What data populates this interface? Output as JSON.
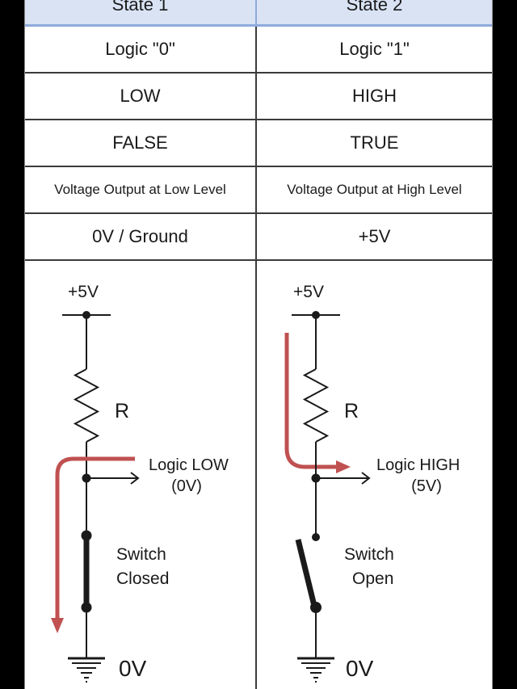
{
  "table": {
    "header": {
      "col1": "State 1",
      "col2": "State 2"
    },
    "rows": [
      {
        "col1": "Logic \"0\"",
        "col2": "Logic \"1\""
      },
      {
        "col1": "LOW",
        "col2": "HIGH"
      },
      {
        "col1": "FALSE",
        "col2": "TRUE"
      },
      {
        "col1": "Voltage Output at Low Level",
        "col2": "Voltage Output at High Level"
      },
      {
        "col1": "0V / Ground",
        "col2": "+5V"
      }
    ]
  },
  "circuits": {
    "state1": {
      "supply_label": "+5V",
      "resistor_label": "R",
      "output_line1": "Logic LOW",
      "output_line2": "(0V)",
      "switch_line1": "Switch",
      "switch_line2": "Closed",
      "ground_label": "0V"
    },
    "state2": {
      "supply_label": "+5V",
      "resistor_label": "R",
      "output_line1": "Logic HIGH",
      "output_line2": "(5V)",
      "switch_line1": "Switch",
      "switch_line2": "Open",
      "ground_label": "0V"
    }
  },
  "colors": {
    "header_bg": "#d9e3f4",
    "header_border": "#8faadc",
    "grid_border": "#3b3b3b",
    "wire": "#1a1a1a",
    "current_arrow_red": "#c05151"
  }
}
